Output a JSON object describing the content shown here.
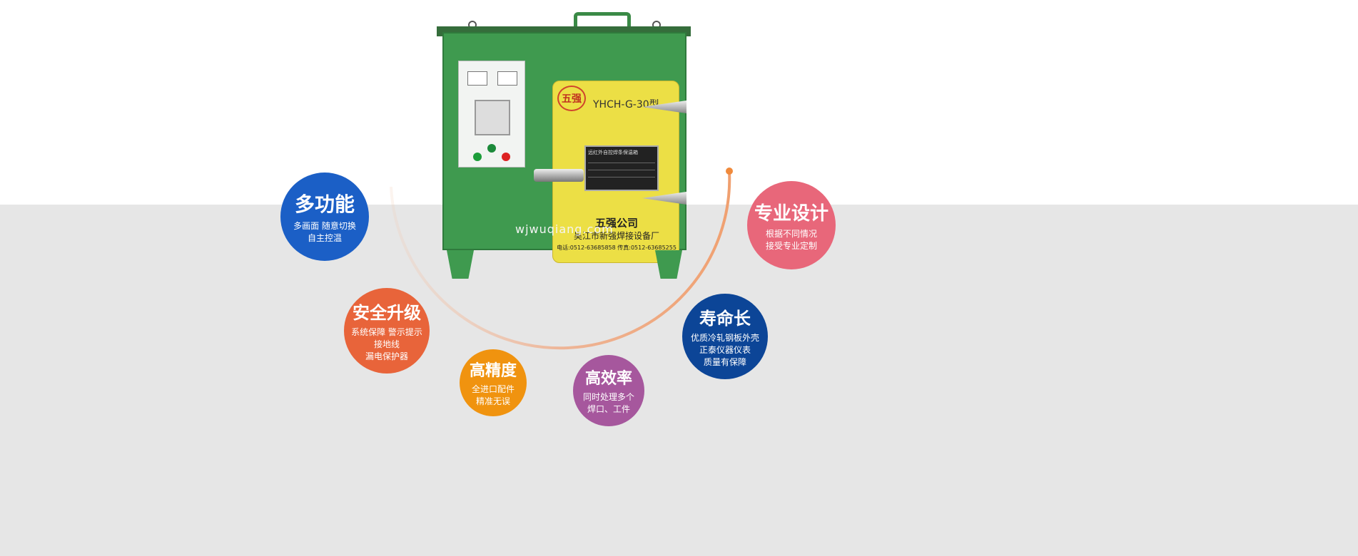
{
  "product": {
    "model": "YHCH-G-30型",
    "logo_text": "五强",
    "plate_title": "远红外自控焊条保温箱",
    "company_name": "五强公司",
    "factory": "吴江市新强焊接设备厂",
    "contact": "电话:0512-63685858  传真:0512-63685255",
    "watermark": "wjwuqiang.com"
  },
  "features": [
    {
      "title": "多功能",
      "lines": [
        "多画面  随意切换",
        "自主控温"
      ],
      "color": "#1b5fc6"
    },
    {
      "title": "安全升级",
      "lines": [
        "系统保障 警示提示",
        "接地线",
        "漏电保护器"
      ],
      "color": "#e8643a"
    },
    {
      "title": "高精度",
      "lines": [
        "全进口配件",
        "精准无误"
      ],
      "color": "#f0930f"
    },
    {
      "title": "高效率",
      "lines": [
        "同时处理多个",
        "焊口、工件"
      ],
      "color": "#a6579d"
    },
    {
      "title": "寿命长",
      "lines": [
        "优质冷轧钢板外壳",
        "正泰仪器仪表",
        "质量有保障"
      ],
      "color": "#0c4597"
    },
    {
      "title": "专业设计",
      "lines": [
        "根据不同情况",
        "接受专业定制"
      ],
      "color": "#e8677a"
    }
  ]
}
